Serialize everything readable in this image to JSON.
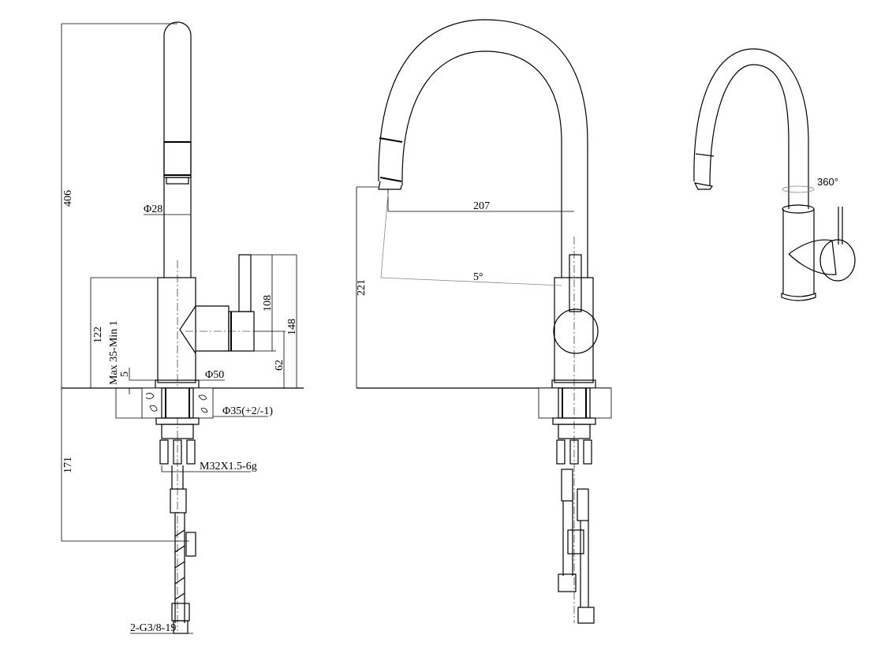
{
  "side_view": {
    "height_total": "406",
    "spout_diameter": "Φ28",
    "body_height": "122",
    "deck_thickness": "Max 35-Min 1",
    "gap": "5",
    "base_diameter": "Φ50",
    "handle_height": "108",
    "lever_top_height": "148",
    "handle_axis_height": "62",
    "hole_diameter": "Φ35(+2/-1)",
    "below_deck_length": "171",
    "thread": "M32X1.5-6g",
    "hose_thread": "2-G3/8-19"
  },
  "front_view": {
    "reach": "207",
    "spout_height": "221",
    "tilt_angle": "5°"
  },
  "perspective_view": {
    "rotation": "360°"
  }
}
